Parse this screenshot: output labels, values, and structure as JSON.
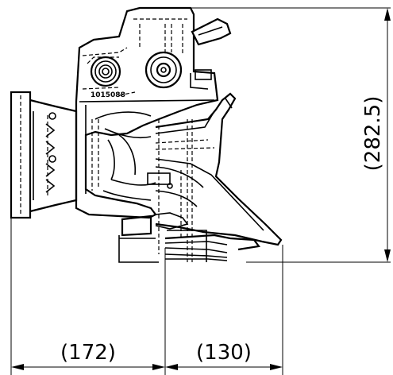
{
  "drawing": {
    "part_marking": "1015088",
    "dimensions": {
      "height": "(282.5)",
      "left_width": "(172)",
      "right_width": "(130)"
    }
  }
}
